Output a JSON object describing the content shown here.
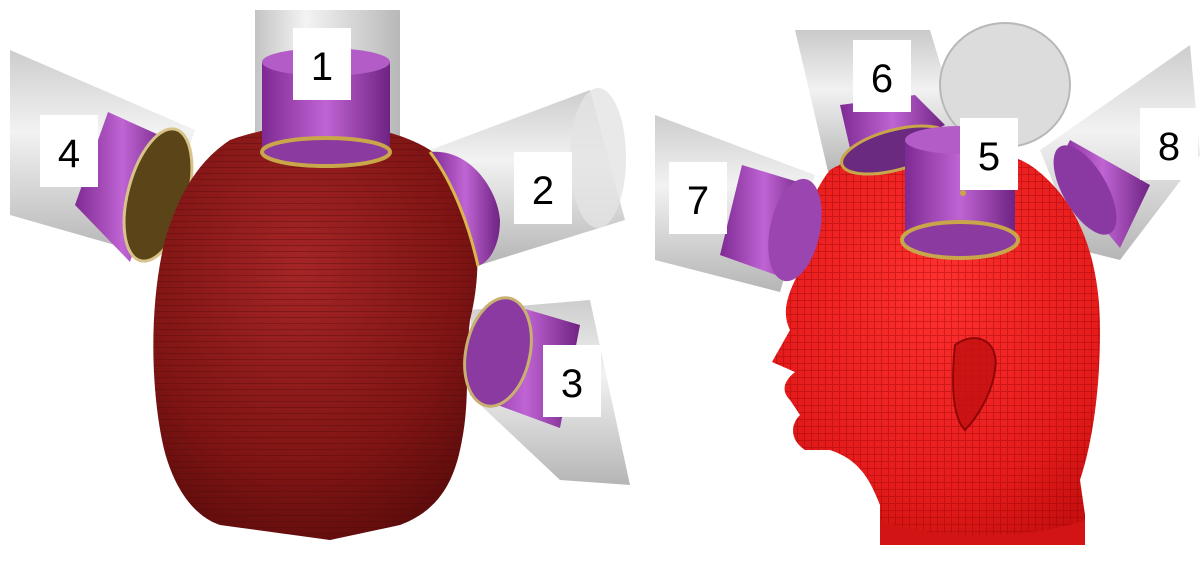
{
  "figure": {
    "left_panel": {
      "labels": [
        "1",
        "2",
        "3",
        "4"
      ]
    },
    "right_panel": {
      "labels": [
        "5",
        "6",
        "7",
        "8"
      ]
    }
  },
  "colors": {
    "background": "#ffffff",
    "left_head": "#8b1a1a",
    "right_head": "#ee1c1c",
    "coil": "#9c3fb0",
    "tube": "#d9d9d9",
    "label_box": "#ffffff"
  }
}
